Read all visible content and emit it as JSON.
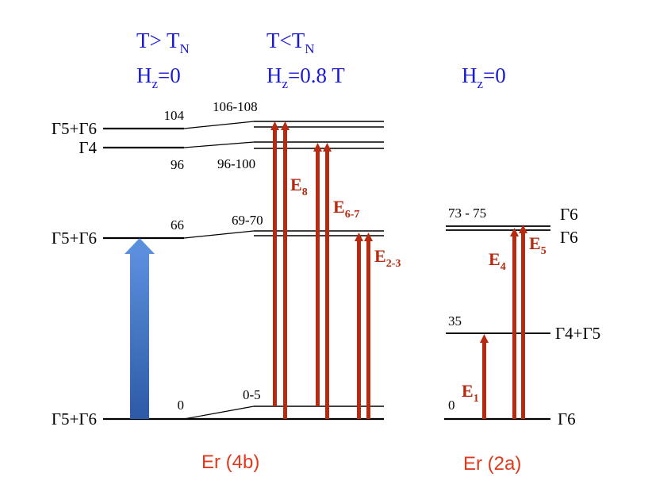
{
  "header": {
    "col1": {
      "t_main": "T> T",
      "t_sub": "N",
      "h_main": "H",
      "h_sub": "z",
      "h_val": "=0"
    },
    "col2": {
      "t_main": "T<T",
      "t_sub": "N",
      "h_main": "H",
      "h_sub": "z",
      "h_val": "=0.8 T"
    },
    "col3": {
      "h_main": "H",
      "h_sub": "z",
      "h_val": "=0"
    }
  },
  "site_4b": {
    "name": "Er (4b)",
    "levels": [
      {
        "label": "Γ5+Γ6",
        "energy": "104",
        "split_energy": "106-108"
      },
      {
        "label": "Γ4",
        "energy": "96",
        "split_energy": "96-100"
      },
      {
        "label": "Γ5+Γ6",
        "energy": "66",
        "split_energy": "69-70"
      },
      {
        "label": "Γ5+Γ6",
        "energy": "0",
        "split_energy": "0-5"
      }
    ],
    "transitions": [
      {
        "main": "E",
        "sub": "8"
      },
      {
        "main": "E",
        "sub": "6-7"
      },
      {
        "main": "E",
        "sub": "2-3"
      }
    ]
  },
  "site_2a": {
    "name": "Er (2a)",
    "levels": [
      {
        "label": "Γ6",
        "energy": "73 - 75"
      },
      {
        "label": "Γ6",
        "energy": ""
      },
      {
        "label": "Γ4+Γ5",
        "energy": "35"
      },
      {
        "label": "Γ6",
        "energy": "0"
      }
    ],
    "transitions": [
      {
        "main": "E",
        "sub": "4"
      },
      {
        "main": "E",
        "sub": "5"
      },
      {
        "main": "E",
        "sub": "1"
      }
    ]
  },
  "colors": {
    "header_text": "#1a1ad6",
    "site_label": "#e03a1e",
    "transition_arrow": "#b52a10",
    "transition_label": "#b52a10",
    "blue_arrow_top": "#5b8fde",
    "blue_arrow_bottom": "#2d5aa6",
    "level_line": "#000000"
  },
  "icons": {
    "blue_arrow": "up-arrow-icon",
    "red_arrow": "up-arrow-icon"
  }
}
